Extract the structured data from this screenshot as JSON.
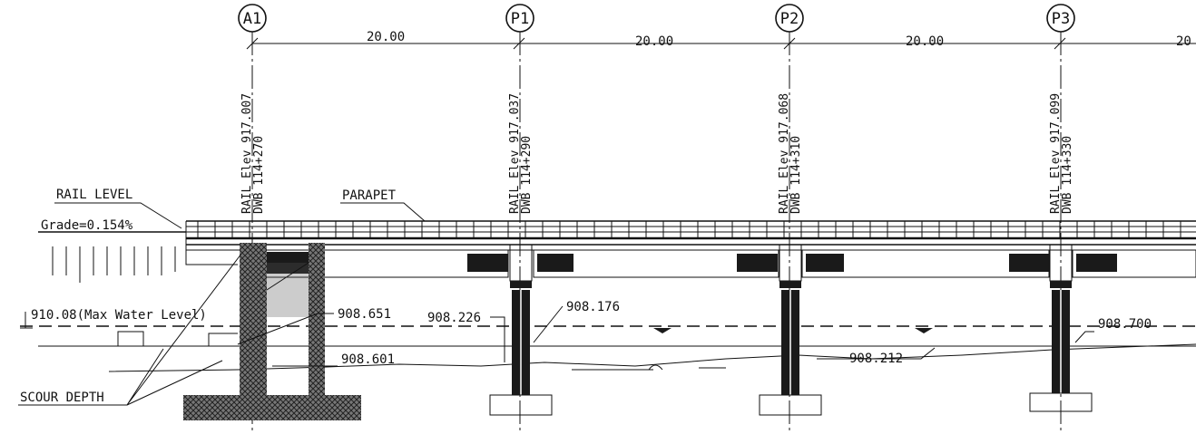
{
  "gridlines": [
    {
      "id": "A1",
      "rail_elev": "RAIL Elev 917.007",
      "chainage": "DWB 114+270"
    },
    {
      "id": "P1",
      "rail_elev": "RAIL Elev 917.037",
      "chainage": "DWB 114+290"
    },
    {
      "id": "P2",
      "rail_elev": "RAIL Elev 917.068",
      "chainage": "DWB 114+310"
    },
    {
      "id": "P3",
      "rail_elev": "RAIL Elev 917.099",
      "chainage": "DWB 114+330"
    }
  ],
  "span_dimensions": [
    "20.00",
    "20.00",
    "20.00",
    "20"
  ],
  "labels": {
    "rail_level": "RAIL LEVEL",
    "grade": "Grade=0.154%",
    "parapet": "PARAPET",
    "max_water_level": "910.08(Max Water Level)",
    "scour_depth": "SCOUR DEPTH"
  },
  "levels": {
    "abutment_top": "908.651",
    "abutment_bed": "908.601",
    "p1_left": "908.226",
    "p1_right": "908.176",
    "p2_right": "908.212",
    "p3_right": "908.700"
  }
}
